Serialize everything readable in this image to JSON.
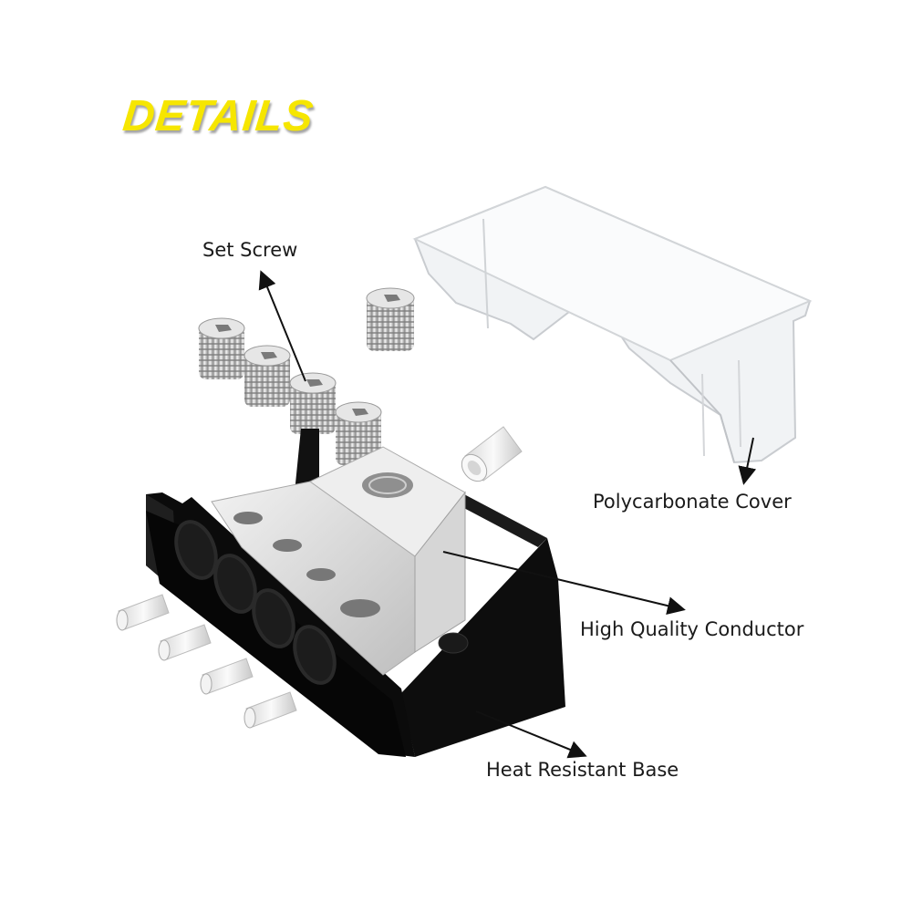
{
  "header": {
    "title": "DETAILS",
    "title_color": "#f6e600"
  },
  "labels": {
    "set_screw": "Set Screw",
    "polycarbonate_cover": "Polycarbonate Cover",
    "high_quality_conductor": "High Quality Conductor",
    "heat_resistant_base": "Heat Resistant Base"
  },
  "product": {
    "parts": [
      "set-screw",
      "set-screw",
      "set-screw",
      "set-screw",
      "set-screw",
      "polycarbonate-cover",
      "conductor-block",
      "heat-resistant-base",
      "insulating-sleeve",
      "insulating-sleeve",
      "insulating-sleeve",
      "insulating-sleeve",
      "insulating-sleeve"
    ],
    "colors": {
      "base": "#0d0d0d",
      "conductor": "#d9d9d9",
      "cover": "#eef0f2",
      "screw": "#cfcfcf"
    }
  }
}
